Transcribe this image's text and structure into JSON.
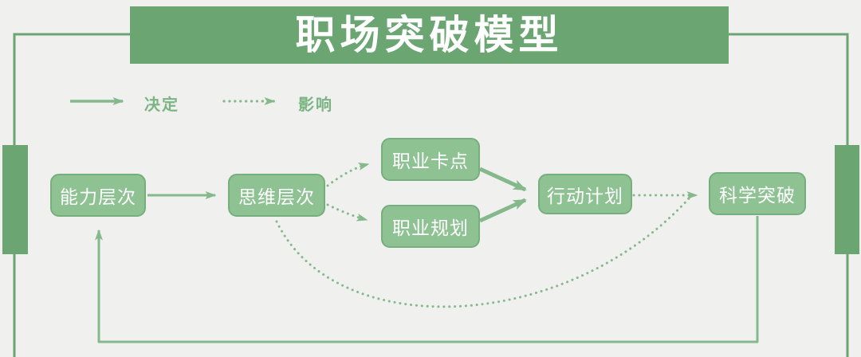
{
  "title": "职场突破模型",
  "legend": {
    "decide": {
      "label": "决定",
      "line_style": "solid"
    },
    "influence": {
      "label": "影响",
      "line_style": "dotted"
    }
  },
  "nodes": {
    "ability": {
      "label": "能力层次"
    },
    "thinking": {
      "label": "思维层次"
    },
    "blocker": {
      "label": "职业卡点"
    },
    "planning": {
      "label": "职业规划"
    },
    "action": {
      "label": "行动计划"
    },
    "breakthrough": {
      "label": "科学突破"
    }
  },
  "edges": [
    {
      "from": "ability",
      "to": "thinking",
      "type": "solid",
      "meaning": "决定"
    },
    {
      "from": "thinking",
      "to": "blocker",
      "type": "dotted",
      "meaning": "影响"
    },
    {
      "from": "thinking",
      "to": "planning",
      "type": "dotted",
      "meaning": "影响"
    },
    {
      "from": "blocker",
      "to": "action",
      "type": "solid",
      "meaning": "决定"
    },
    {
      "from": "planning",
      "to": "action",
      "type": "solid",
      "meaning": "决定"
    },
    {
      "from": "action",
      "to": "breakthrough",
      "type": "dotted",
      "meaning": "影响"
    },
    {
      "from": "thinking",
      "to": "breakthrough",
      "type": "dotted",
      "meaning": "影响"
    },
    {
      "from": "breakthrough",
      "to": "ability",
      "type": "solid",
      "meaning": "决定"
    }
  ],
  "colors": {
    "background": "#f0f0ee",
    "banner_green": "#6aa572",
    "node_fill": "#8ec293",
    "node_border": "#77ae7e",
    "arrow_green": "#85b98c",
    "legend_text_green": "#7cb585",
    "text_white": "#ffffff"
  }
}
